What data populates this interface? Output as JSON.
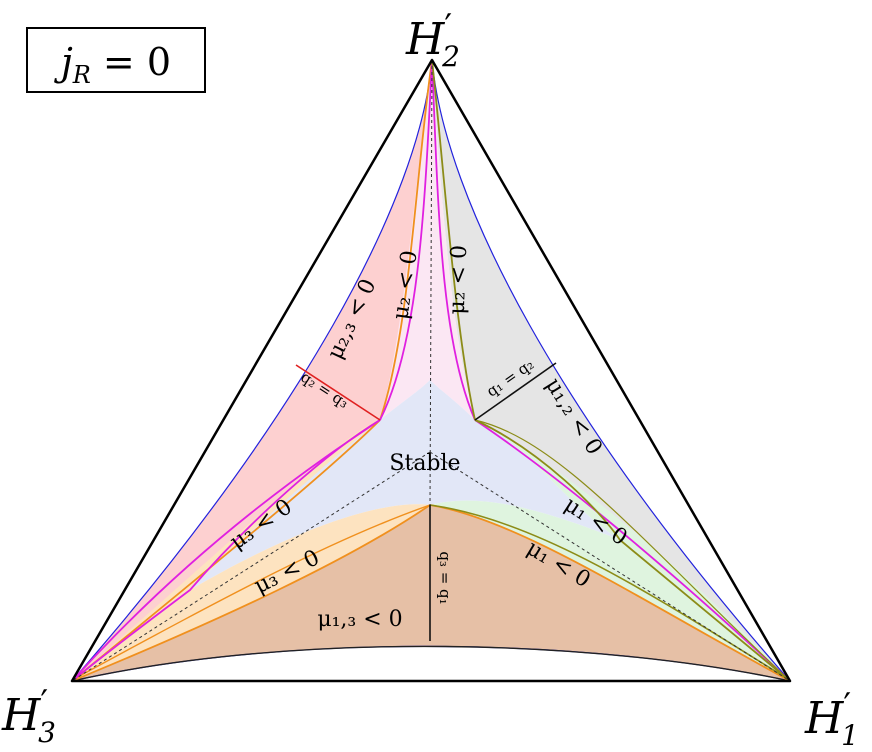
{
  "box_label": "j_R = 0",
  "box_label_parts": {
    "var": "j",
    "sub": "R",
    "rest": " = 0"
  },
  "vertices": {
    "top": {
      "base": "H",
      "prime": "′",
      "sub": "2"
    },
    "left": {
      "base": "H",
      "prime": "′",
      "sub": "3"
    },
    "right": {
      "base": "H",
      "prime": "′",
      "sub": "1"
    }
  },
  "regions": {
    "stable": "Stable",
    "mu2_left": "μ₂ < 0",
    "mu2_right": "μ₂ < 0",
    "mu23": "μ₂,₃ < 0",
    "mu12": "μ₁,₂ < 0",
    "mu3_upper": "μ₃ < 0",
    "mu3_lower": "μ₃ < 0",
    "mu1_upper": "μ₁ < 0",
    "mu1_lower": "μ₁ < 0",
    "mu13": "μ₁,₃ < 0"
  },
  "boundaries": {
    "q2q3": "q₂ = q₃",
    "q1q2": "q₁ = q₂",
    "q3q1": "q₃ = q₁"
  },
  "colors": {
    "red_region": "#fdd0d0",
    "pink_region": "#fbe7f3",
    "gray_region": "#e5e5e5",
    "stable_region": "#e2e7f7",
    "orange_region": "#fde3c0",
    "green_region": "#dff4df",
    "brown_region": "#e6c0a6",
    "blue_curve": "#2222dd",
    "orange_curve": "#f0901e",
    "magenta_curve": "#e020e0",
    "olive_curve": "#8c8c18",
    "red_line": "#e02020"
  }
}
